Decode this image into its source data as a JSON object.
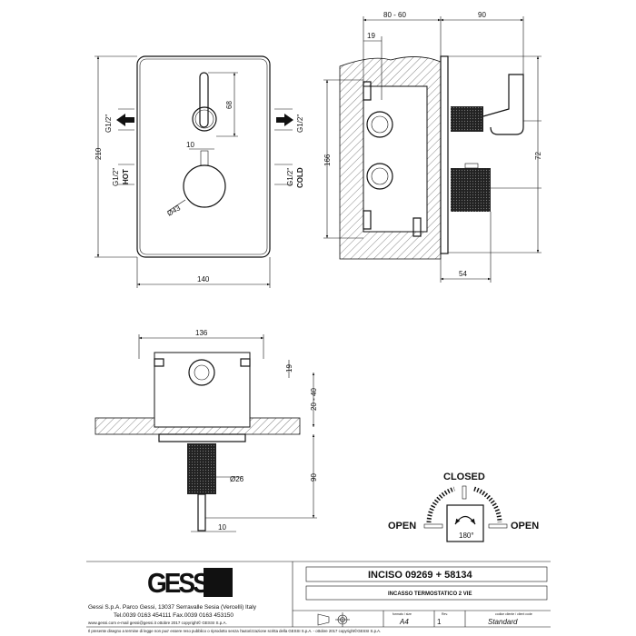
{
  "front_view": {
    "dim_height": "210",
    "dim_width": "140",
    "dim_lever": "68",
    "dim_offset": "10",
    "dim_knob": "Ø43",
    "thread_outlet_left": "G1/2\"",
    "thread_outlet_right": "G1/2\"",
    "thread_hot": "G1/2\"",
    "hot_label": "HOT",
    "thread_cold": "G1/2\"",
    "cold_label": "COLD"
  },
  "side_view": {
    "dim_depth": "80 - 60",
    "dim_projection": "90",
    "dim_19": "19",
    "dim_166": "166",
    "dim_72": "72",
    "dim_54": "54"
  },
  "top_view": {
    "dim_136": "136",
    "dim_19": "19",
    "dim_20_40": "20 - 40",
    "dim_90": "90",
    "dim_26": "Ø26",
    "dim_10": "10"
  },
  "rotation_diagram": {
    "closed": "CLOSED",
    "open_left": "OPEN",
    "open_right": "OPEN",
    "angle": "180°"
  },
  "title_block": {
    "logo": "GESSI",
    "company": "Gessi S.p.A. Parco Gessi, 13037 Serravalle Sesia (Vercelli) Italy",
    "contacts": "Tel.0039 0163 454111 Fax.0039 0163 453150",
    "web_line": "www.gessi.com e-mail gessi@gessi.it ottobre 2017 copyright© GESSI S.p.A.",
    "product": "INCISO 09269 + 58134",
    "description": "INCASSO TERMOSTATICO 2 VIE",
    "format_label": "formato / size",
    "format_value": "A4",
    "rev_label": "Rev.",
    "rev_value": "1",
    "client_code_label": "codice cliente / client code",
    "client_code_value": "Standard",
    "disclaimer": "Il presente disegno a termine di legge non puo' essere reso pubblico o riprodotto senza l'autorizzazione scritta della GESSI S.p.A. - ottobre 2017 copyright©GESSI S.p.A."
  }
}
